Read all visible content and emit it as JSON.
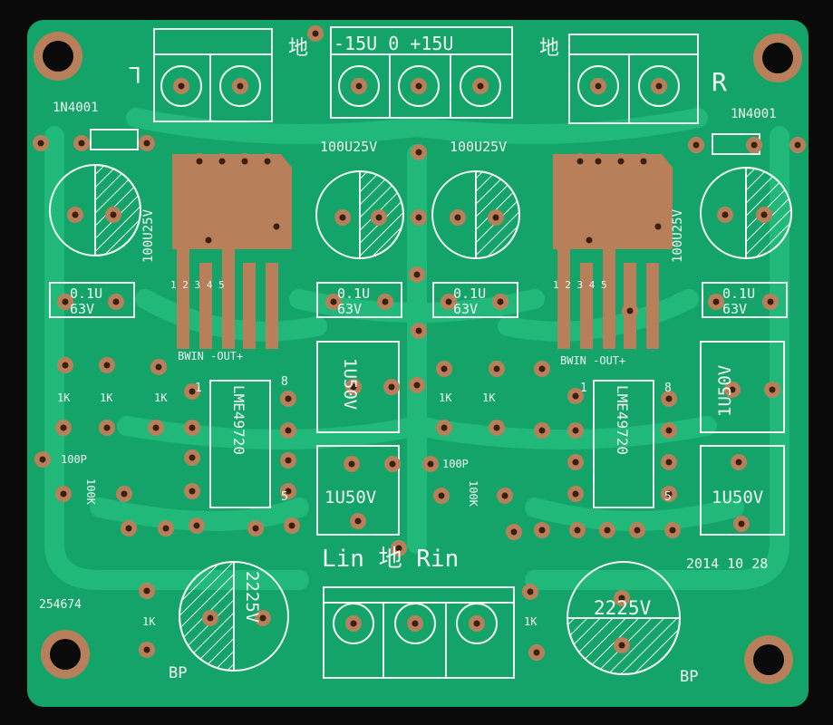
{
  "board": {
    "power_label": "-15U 0 +15U",
    "ground_top_left": "地",
    "ground_top_right": "地",
    "right_channel_mark": "R",
    "left_channel_mark": "L",
    "diode_left": "1N4001",
    "diode_right": "1N4001",
    "cap_top_1": "100U25V",
    "cap_top_2": "100U25V",
    "cap_side_left": "100U25V",
    "cap_side_right": "100U25V",
    "bypass_cap_value_1": "0.1U",
    "bypass_cap_voltage_1": "63V",
    "bypass_cap_value_2": "0.1U",
    "bypass_cap_voltage_2": "63V",
    "bypass_cap_value_3": "0.1U",
    "bypass_cap_voltage_3": "63V",
    "bypass_cap_value_4": "0.1U",
    "bypass_cap_voltage_4": "63V",
    "reg_pins_left": "1 2 3 4 5",
    "reg_pins_right": "1 2 3 4 5",
    "reg_pinout_left": "BWIN -OUT+",
    "reg_pinout_right": "BWIN -OUT+",
    "opamp_left": "LME49720",
    "opamp_right": "LME49720",
    "film_cap_1": "1U50V",
    "film_cap_2": "1U50V",
    "film_cap_3": "1U50V",
    "film_cap_4": "1U50V",
    "res_1k": "1K",
    "cap_100p": "100P",
    "pot_100k": "100K",
    "pin8": "8",
    "pin5": "5",
    "pin1": "1",
    "input_label": "Lin 地 Rin",
    "date": "2014 10 28",
    "serial": "254674",
    "big_cap_left": "2225V",
    "big_cap_right": "2225V",
    "bp_left": "BP",
    "bp_right": "BP"
  },
  "colors": {
    "background": "#0a0a0a",
    "solder_mask": "#14a46a",
    "trace": "#20b97a",
    "silkscreen": "#f2f7f2",
    "copper": "#b8805a",
    "hole": "#3a1f10"
  }
}
